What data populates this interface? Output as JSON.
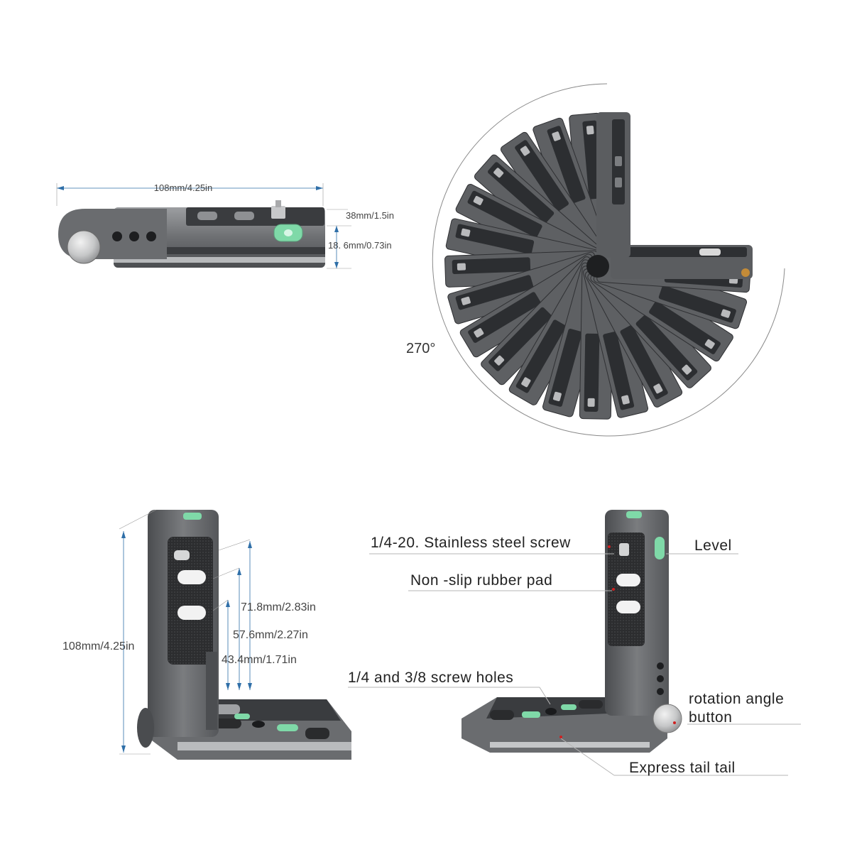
{
  "top_view": {
    "width_label": "108mm/4.25in",
    "height_small_label": "38mm/1.5in",
    "height_label": "18. 6mm/0.73in"
  },
  "rotation": {
    "angle_label": "270°"
  },
  "left_view": {
    "height_total": "108mm/4.25in",
    "dim_1": "71.8mm/2.83in",
    "dim_2": "57.6mm/2.27in",
    "dim_3": "43.4mm/1.71in"
  },
  "callouts": {
    "screw": "1/4-20. Stainless steel screw",
    "level": "Level",
    "pad": "Non -slip rubber pad",
    "holes": "1/4 and 3/8 screw holes",
    "rotation_button_1": "rotation angle",
    "rotation_button_2": "button",
    "express": "Express tail tail"
  },
  "colors": {
    "metal_dark": "#5a5c5f",
    "metal_mid": "#8a8c8f",
    "metal_light": "#c9cbcd",
    "dim_line": "#2f6fa8",
    "level_green": "#7fd9a8"
  }
}
